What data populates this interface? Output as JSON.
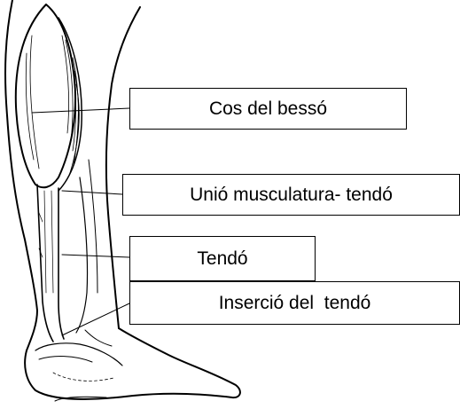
{
  "labels": {
    "calf_body": "Cos del bessó",
    "muscle_tendon_junction": "Unió musculatura- tendó",
    "tendon": "Tendó",
    "tendon_insertion": "Inserció del  tendó"
  },
  "colors": {
    "line": "#000000",
    "background": "#ffffff"
  }
}
